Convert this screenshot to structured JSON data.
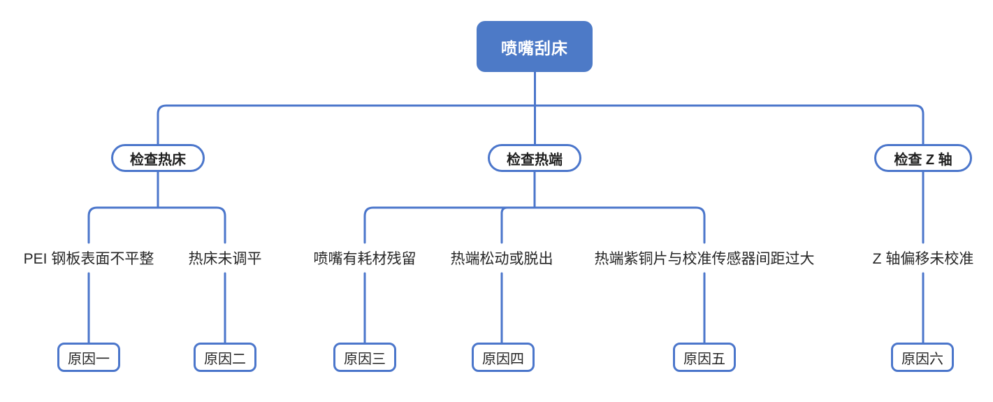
{
  "colors": {
    "accent_fill": "#4d7ac7",
    "line": "#4b76cb",
    "root_text": "#ffffff",
    "node_text": "#262626"
  },
  "tree": {
    "root": {
      "label": "喷嘴刮床"
    },
    "branches": [
      {
        "label": "检查热床",
        "causes": [
          {
            "text": "PEI 钢板表面不平整",
            "tag": "原因一"
          },
          {
            "text": "热床未调平",
            "tag": "原因二"
          }
        ]
      },
      {
        "label": "检查热端",
        "causes": [
          {
            "text": "喷嘴有耗材残留",
            "tag": "原因三"
          },
          {
            "text": "热端松动或脱出",
            "tag": "原因四"
          },
          {
            "text": "热端紫铜片与校准传感器间距过大",
            "tag": "原因五"
          }
        ]
      },
      {
        "label": "检查 Z 轴",
        "causes": [
          {
            "text": "Z 轴偏移未校准",
            "tag": "原因六"
          }
        ]
      }
    ]
  }
}
